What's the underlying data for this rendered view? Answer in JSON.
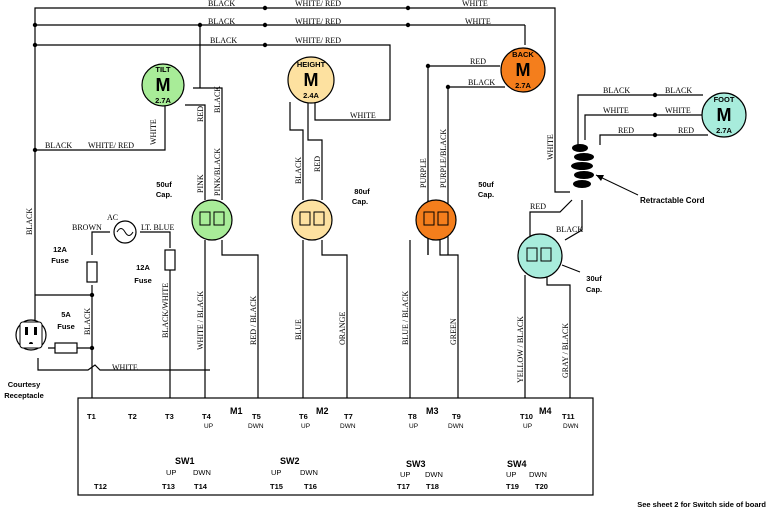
{
  "motors": [
    {
      "id": "tilt",
      "name": "TILT",
      "letter": "M",
      "amps": "2.7A",
      "color": "#a8ec98"
    },
    {
      "id": "height",
      "name": "HEIGHT",
      "letter": "M",
      "amps": "2.4A",
      "color": "#fde1a0"
    },
    {
      "id": "back",
      "name": "BACK",
      "letter": "M",
      "amps": "2.7A",
      "color": "#f47e1c"
    },
    {
      "id": "foot",
      "name": "FOOT",
      "letter": "M",
      "amps": "2.7A",
      "color": "#a8ecdc"
    }
  ],
  "capacitors": [
    {
      "id": "cap1",
      "label1": "50uf",
      "label2": "Cap.",
      "color": "#a8ec98"
    },
    {
      "id": "cap2",
      "label1": "80uf",
      "label2": "Cap.",
      "color": "#fde1a0"
    },
    {
      "id": "cap3",
      "label1": "50uf",
      "label2": "Cap.",
      "color": "#f47e1c"
    },
    {
      "id": "cap4",
      "label1": "30uf",
      "label2": "Cap.",
      "color": "#a8ecdc"
    }
  ],
  "wire_labels": {
    "black": "BLACK",
    "white": "WHITE",
    "white_red": "WHITE/ RED",
    "red": "RED",
    "pink": "PINK",
    "pink_black": "PINK/BLACK",
    "white_black": "WHITE / BLACK",
    "red_black": "RED / BLACK",
    "blue": "BLUE",
    "orange": "ORANGE",
    "purple": "PURPLE",
    "purple_black": "PURPLE/BLACK",
    "blue_black": "BLUE / BLACK",
    "green": "GREEN",
    "yellow_black": "YELLOW / BLACK",
    "gray_black": "GRAY / BLACK",
    "black_white": "BLACK/WHITE",
    "brown": "BROWN",
    "lt_blue": "LT. BLUE",
    "ac": "AC"
  },
  "fuses": {
    "fuse12a_left": "12A",
    "fuse_word": "Fuse",
    "fuse12a_right": "12A",
    "fuse5a": "5A"
  },
  "receptacle": {
    "line1": "Courtesy",
    "line2": "Receptacle"
  },
  "retractable_cord": "Retractable Cord",
  "board": {
    "motors": [
      "M1",
      "M2",
      "M3",
      "M4"
    ],
    "terminals": [
      {
        "t": "T1"
      },
      {
        "t": "T2"
      },
      {
        "t": "T3"
      },
      {
        "t": "T4",
        "sub": "UP"
      },
      {
        "t": "T5",
        "sub": "DWN"
      },
      {
        "t": "T6",
        "sub": "UP"
      },
      {
        "t": "T7",
        "sub": "DWN"
      },
      {
        "t": "T8",
        "sub": "UP"
      },
      {
        "t": "T9",
        "sub": "DWN"
      },
      {
        "t": "T10",
        "sub": "UP"
      },
      {
        "t": "T11",
        "sub": "DWN"
      }
    ],
    "switches": [
      {
        "name": "SW1",
        "up": "UP",
        "dwn": "DWN",
        "t_up": "T13",
        "t_dwn": "T14"
      },
      {
        "name": "SW2",
        "up": "UP",
        "dwn": "DWN",
        "t_up": "T15",
        "t_dwn": "T16"
      },
      {
        "name": "SW3",
        "up": "UP",
        "dwn": "DWN",
        "t_up": "T17",
        "t_dwn": "T18"
      },
      {
        "name": "SW4",
        "up": "UP",
        "dwn": "DWN",
        "t_up": "T19",
        "t_dwn": "T20"
      }
    ],
    "t12": "T12"
  },
  "footnote": "See sheet 2 for Switch side of board"
}
